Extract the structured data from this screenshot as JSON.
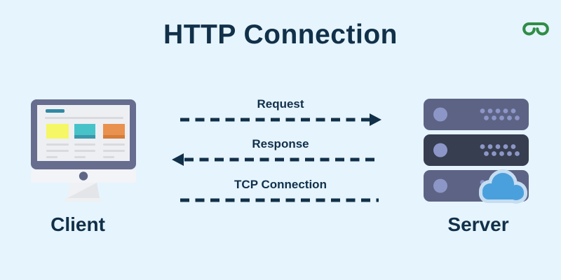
{
  "title": "HTTP Connection",
  "logo": {
    "name": "geeksforgeeks-logo",
    "color": "#2f8d46"
  },
  "nodes": {
    "client": {
      "label": "Client",
      "icon": "desktop-monitor-icon"
    },
    "server": {
      "label": "Server",
      "icon": "server-rack-icon",
      "badge_icon": "cloud-icon"
    }
  },
  "arrows": [
    {
      "label": "Request",
      "direction": "right",
      "line_style": "dashed"
    },
    {
      "label": "Response",
      "direction": "left",
      "line_style": "dashed"
    },
    {
      "label": "TCP Connection",
      "direction": "none",
      "line_style": "dashed"
    }
  ],
  "colors": {
    "background": "#e6f4fd",
    "text_navy": "#113049",
    "brand_green": "#2f8d46",
    "monitor_bezel": "#666d8e",
    "monitor_screen": "#edeff3",
    "card_yellow": "#f6f765",
    "card_teal": "#46c3c9",
    "card_orange": "#e9914f",
    "server_slate": "#5d6384",
    "server_dark": "#363e4f",
    "server_periwinkle": "#8c96c7",
    "cloud_blue": "#4aa0dc",
    "cloud_outline": "#c6ddf1"
  }
}
